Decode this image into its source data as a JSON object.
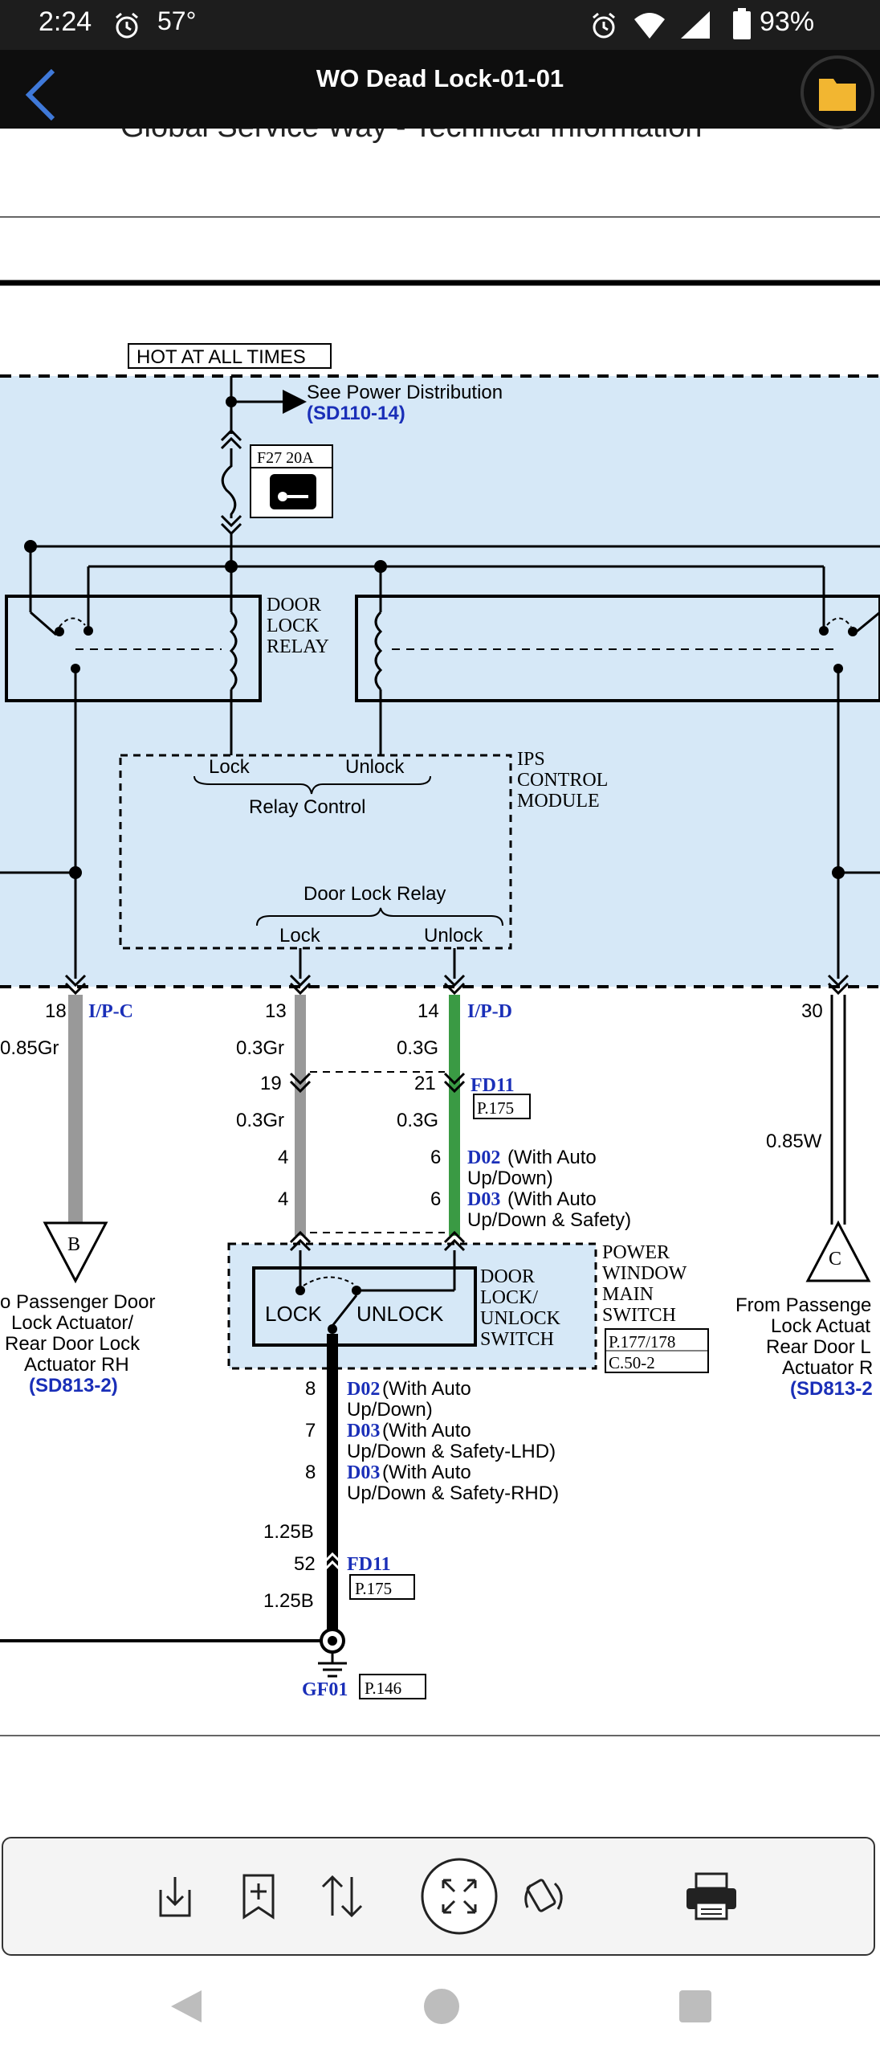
{
  "status_bar": {
    "time": "2:24",
    "temperature": "57°",
    "battery": "93%",
    "icons_left": [
      "alarm-icon"
    ],
    "icons_right": [
      "alarm-icon",
      "wifi-icon",
      "signal-icon",
      "battery-icon"
    ]
  },
  "app_bar": {
    "title": "WO Dead Lock-01-01",
    "back_icon": "back-arrow-icon",
    "folder_icon": "folder-icon",
    "accent_color": "#f2b631",
    "back_color": "#3f79d9"
  },
  "document": {
    "header_text": "Global Service Way - Technical Information",
    "hot_label": "HOT AT ALL TIMES",
    "see_power": "See Power Distribution",
    "see_power_ref": "(SD110-14)",
    "fuse_label": "F27 20A",
    "door_lock_relay": [
      "DOOR",
      "LOCK",
      "RELAY"
    ],
    "ips_module": [
      "IPS",
      "CONTROL",
      "MODULE"
    ],
    "relay_control": {
      "lock": "Lock",
      "unlock": "Unlock",
      "title": "Relay Control"
    },
    "door_lock_relay_out": {
      "title": "Door Lock Relay",
      "lock": "Lock",
      "unlock": "Unlock"
    },
    "connectors": {
      "pin_18": "18",
      "ipc": "I/P-C",
      "wire_085gr": "0.85Gr",
      "pin_13": "13",
      "pin_14": "14",
      "ipd": "I/P-D",
      "wire_03gr_a": "0.3Gr",
      "wire_03g_a": "0.3G",
      "pin_19": "19",
      "pin_21": "21",
      "fd11": "FD11",
      "p175": "P.175",
      "wire_03gr_b": "0.3Gr",
      "wire_03g_b": "0.3G",
      "pin_4a": "4",
      "pin_6a": "6",
      "d02": "D02",
      "d02_desc": "(With Auto",
      "d02_desc2": "Up/Down)",
      "pin_4b": "4",
      "pin_6b": "6",
      "d03": "D03",
      "d03_desc": "(With Auto",
      "d03_desc2": "Up/Down & Safety)",
      "pin_30": "30",
      "wire_085w": "0.85W"
    },
    "switch": {
      "lock": "LOCK",
      "unlock": "UNLOCK",
      "label": [
        "DOOR",
        "LOCK/",
        "UNLOCK",
        "SWITCH"
      ],
      "pw_label": [
        "POWER",
        "WINDOW",
        "MAIN",
        "SWITCH"
      ],
      "ref1": "P.177/178",
      "ref2": "C.50-2"
    },
    "connector_b": "B",
    "connector_c": "C",
    "left_text": [
      "o Passenger Door",
      "Lock Actuator/",
      "Rear Door Lock",
      "Actuator RH"
    ],
    "left_ref": "(SD813-2)",
    "right_text": [
      "From Passenge",
      "Lock Actuat",
      "Rear Door L",
      "Actuator R"
    ],
    "right_ref": "(SD813-2",
    "ground_pins": {
      "pin_8a": "8",
      "d02": "D02",
      "d02_desc": "(With Auto",
      "d02_desc2": "Up/Down)",
      "pin_7": "7",
      "d03a": "D03",
      "d03a_desc": "(With Auto",
      "d03a_desc2": "Up/Down & Safety-LHD)",
      "pin_8b": "8",
      "d03b": "D03",
      "d03b_desc": "(With Auto",
      "d03b_desc2": "Up/Down & Safety-RHD)",
      "wire_125b_a": "1.25B",
      "pin_52": "52",
      "fd11": "FD11",
      "p175": "P.175",
      "wire_125b_b": "1.25B",
      "gf01": "GF01",
      "p146": "P.146"
    }
  },
  "toolbar": {
    "items": [
      "download-icon",
      "bookmark-add-icon",
      "sort-icon",
      "fit-screen-icon",
      "rotate-icon",
      "print-icon"
    ]
  },
  "nav_bar": {
    "items": [
      "back-triangle-icon",
      "home-circle-icon",
      "recents-square-icon"
    ]
  }
}
